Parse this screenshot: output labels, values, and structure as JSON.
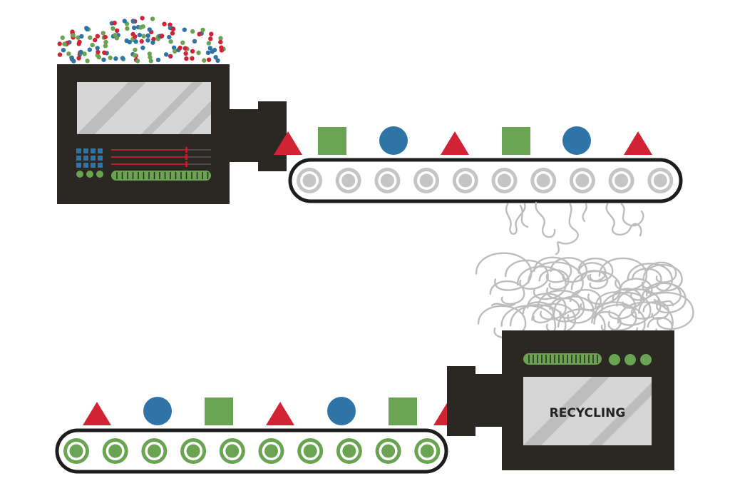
{
  "recycler": {
    "label": "RECYCLING"
  },
  "colors": {
    "machine": "#2b2723",
    "belt_outline": "#1d1d1b",
    "screen": "#d6d6d6",
    "screen_stripe": "#bdbdbd",
    "roller_gray": "#c5c5c5",
    "roller_green": "#6aa452",
    "red": "#d22335",
    "green": "#6aa452",
    "blue": "#2e74a7",
    "fiber": "#bdbdbd",
    "keypad": "#2e74a7",
    "slider_line": "#b51f2e",
    "led": "#6aa452"
  },
  "top_items": [
    "triangle",
    "square",
    "circle",
    "triangle",
    "square",
    "circle",
    "triangle"
  ],
  "bottom_items": [
    "triangle",
    "circle",
    "square",
    "triangle",
    "circle",
    "square",
    "triangle"
  ],
  "top_roller_count": 10,
  "bottom_roller_count": 10,
  "icons": {
    "pellets": "pellet-dots",
    "fiber": "tangled-fiber"
  }
}
